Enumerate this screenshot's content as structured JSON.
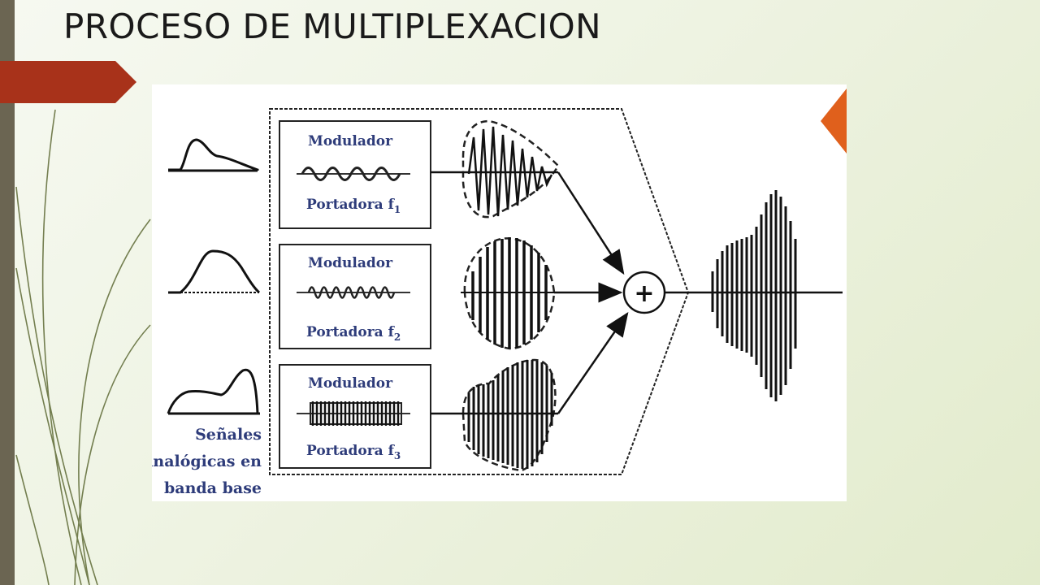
{
  "slide": {
    "title": "PROCESO DE MULTIPLEXACION"
  },
  "diagram": {
    "channels": [
      {
        "modulator": "Modulador",
        "carrier": "Portadora f",
        "subscript": "1"
      },
      {
        "modulator": "Modulador",
        "carrier": "Portadora f",
        "subscript": "2"
      },
      {
        "modulator": "Modulador",
        "carrier": "Portadora f",
        "subscript": "3"
      }
    ],
    "summer_symbol": "+",
    "caption": [
      "Señales",
      "analógicas en",
      "banda base"
    ]
  },
  "colors": {
    "accent_red": "#a8321a",
    "diagram_text": "#2e3c7a",
    "left_bar": "#6b6552"
  }
}
